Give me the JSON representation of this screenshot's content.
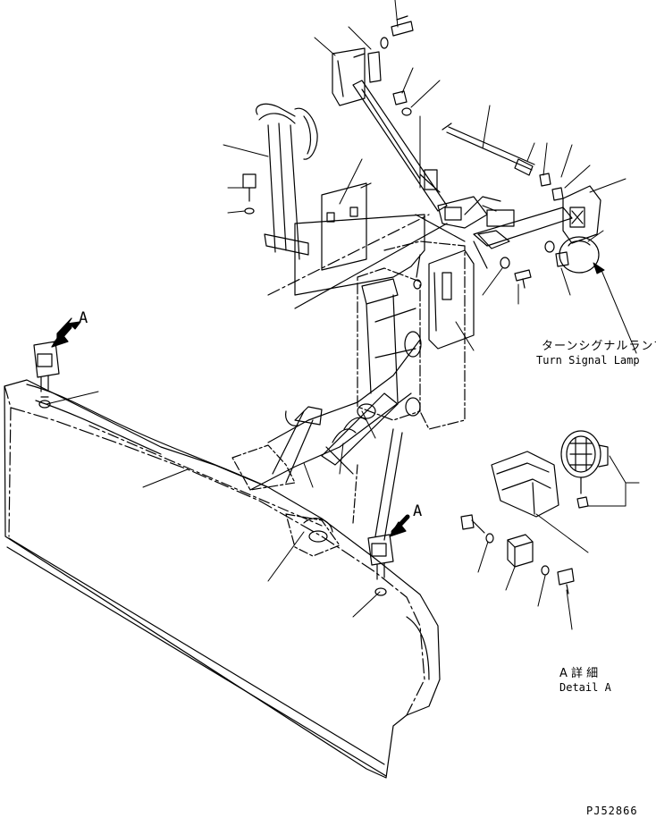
{
  "labels": {
    "arrow_a_left": "A",
    "arrow_a_right": "A",
    "turn_signal_jp": "ターンシグナルランプ",
    "turn_signal_en": "Turn Signal Lamp",
    "detail_a_jp": "A 詳 細",
    "detail_a_en": "Detail A",
    "drawing_no": "PJ52866"
  }
}
